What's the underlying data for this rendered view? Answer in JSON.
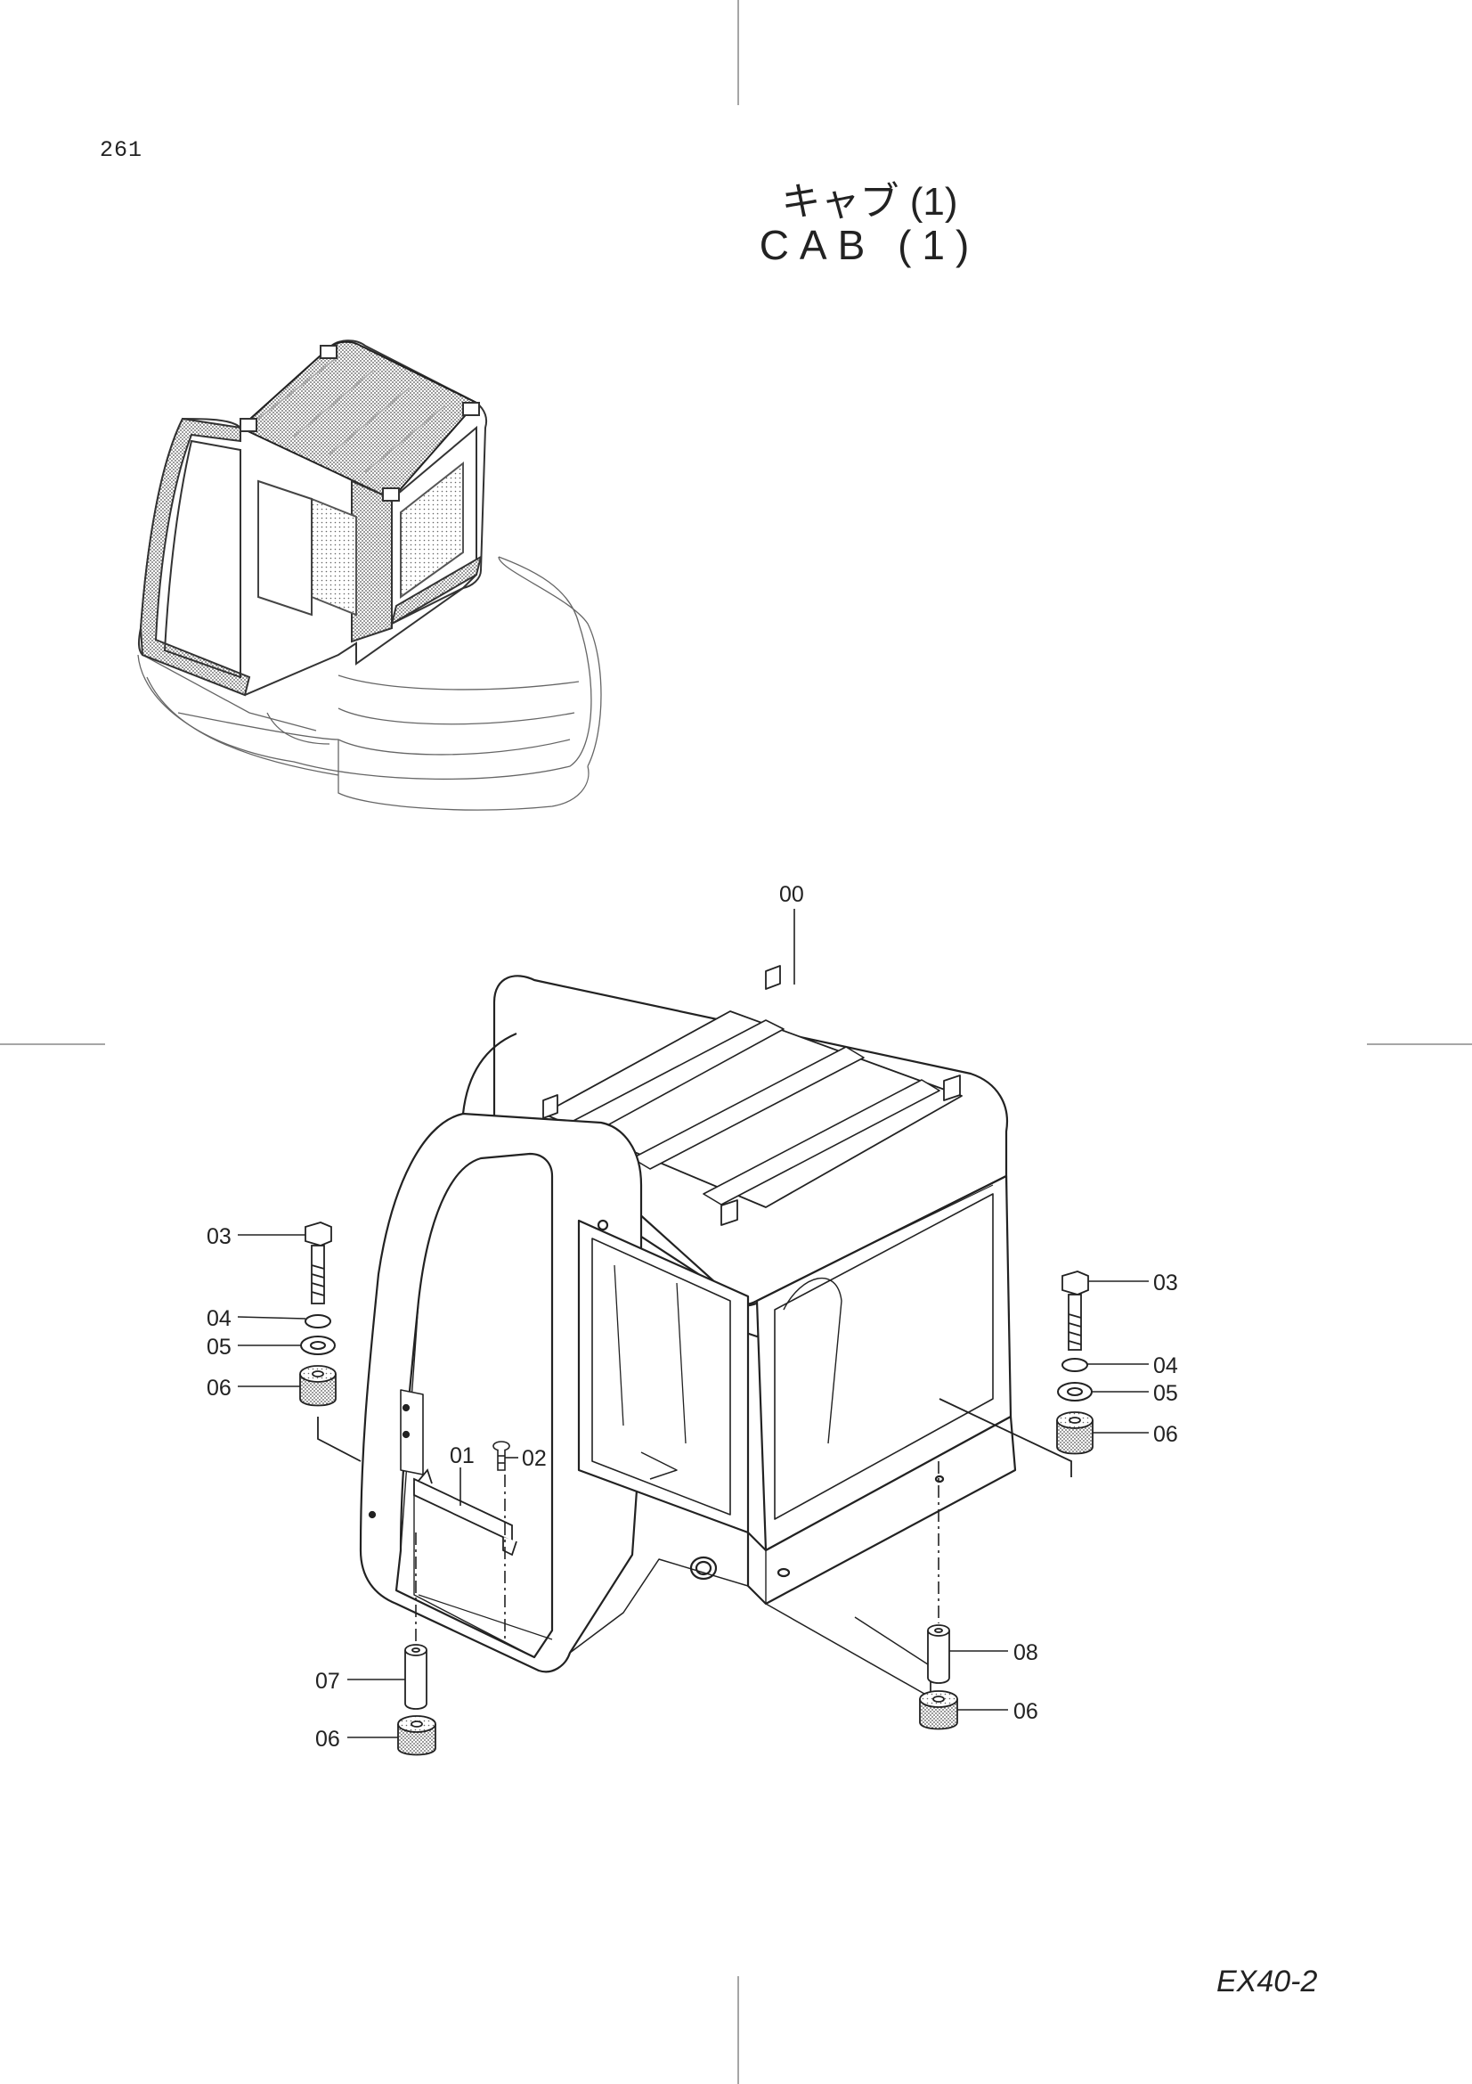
{
  "page_number": "261",
  "title_jp": "キャブ (1)",
  "title_en": "CAB (1)",
  "model": "EX40-2",
  "callouts": [
    {
      "id": "00",
      "label": "00"
    },
    {
      "id": "01",
      "label": "01"
    },
    {
      "id": "02",
      "label": "02"
    },
    {
      "id": "03",
      "label": "03"
    },
    {
      "id": "04",
      "label": "04"
    },
    {
      "id": "05",
      "label": "05"
    },
    {
      "id": "06",
      "label": "06"
    },
    {
      "id": "07",
      "label": "07"
    },
    {
      "id": "08",
      "label": "08"
    }
  ]
}
